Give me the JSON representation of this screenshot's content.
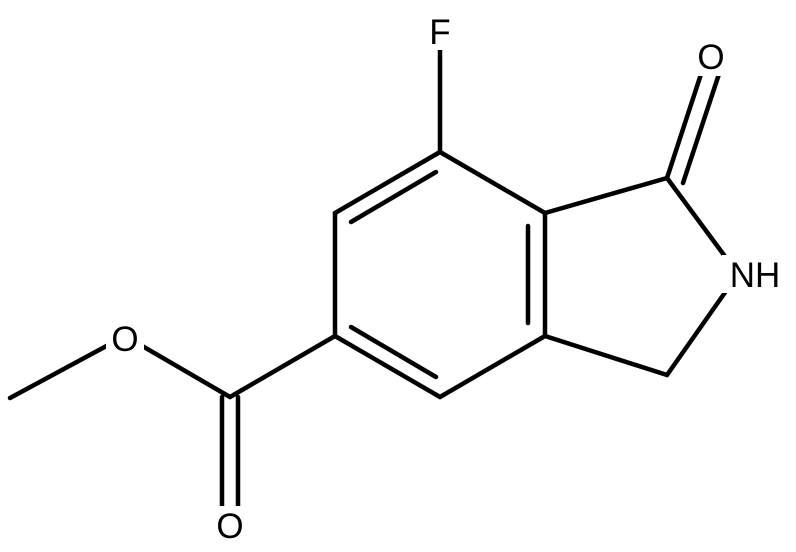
{
  "molecule": {
    "atoms": {
      "fluorine": "F",
      "ketone_oxygen": "O",
      "amide_nitrogen": "NH",
      "ester_ether_oxygen": "O",
      "ester_carbonyl_oxygen": "O"
    }
  }
}
